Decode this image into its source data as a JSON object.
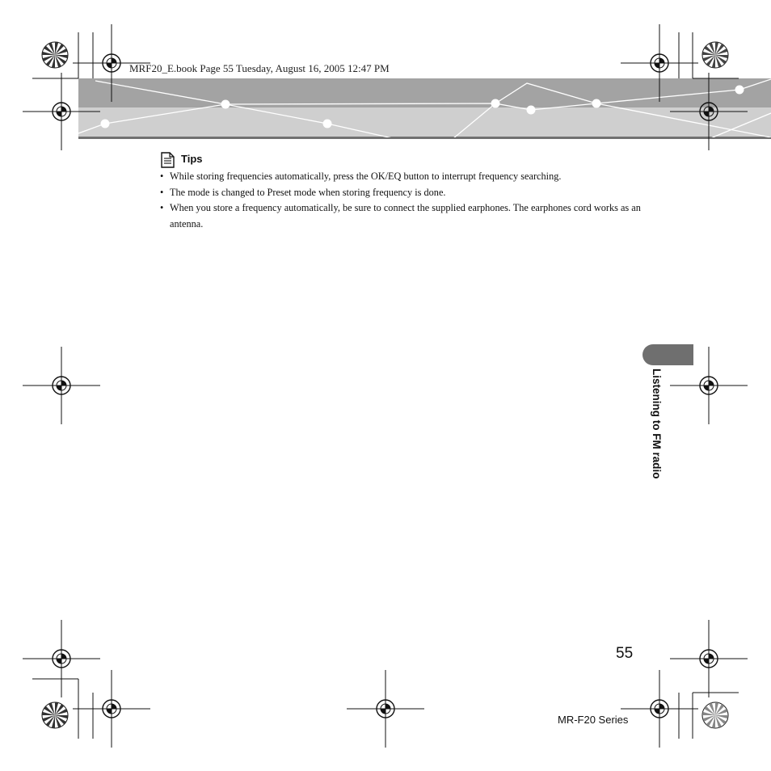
{
  "header": {
    "book_info": "MRF20_E.book  Page 55  Tuesday, August 16, 2005  12:47 PM"
  },
  "tips": {
    "icon": "memo-icon",
    "title": "Tips",
    "items": [
      "While storing frequencies automatically, press the OK/EQ button to interrupt frequency searching.",
      "The mode is changed to Preset mode when storing frequency is done.",
      "When you store a frequency automatically, be sure to connect the supplied earphones. The earphones cord works as an antenna."
    ]
  },
  "sidebar": {
    "section_title": "Listening to FM radio"
  },
  "footer": {
    "page_number": "55",
    "series": "MR-F20 Series"
  },
  "colors": {
    "banner_dark": "#a3a3a3",
    "banner_light": "#cfcfcf",
    "tab": "#6f6f6f"
  }
}
